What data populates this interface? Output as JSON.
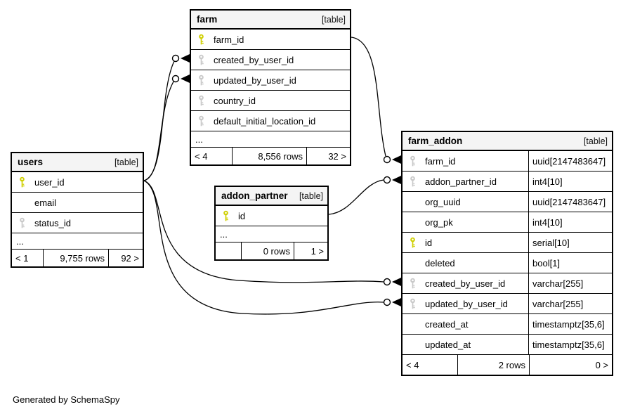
{
  "generated_by": "Generated by SchemaSpy",
  "colors": {
    "primary_key_icon": "#cfcf00",
    "foreign_key_icon": "#c9c9c9",
    "header_background": "#f4f4f4",
    "border": "#000000"
  },
  "tables": {
    "farm": {
      "title": "farm",
      "tag": "[table]",
      "columns": [
        {
          "name": "farm_id",
          "key": "primary"
        },
        {
          "name": "created_by_user_id",
          "key": "foreign"
        },
        {
          "name": "updated_by_user_id",
          "key": "foreign"
        },
        {
          "name": "country_id",
          "key": "foreign"
        },
        {
          "name": "default_initial_location_id",
          "key": "foreign"
        }
      ],
      "ellipsis": "...",
      "footer": {
        "left": "< 4",
        "center": "8,556 rows",
        "right": "32 >"
      }
    },
    "users": {
      "title": "users",
      "tag": "[table]",
      "columns": [
        {
          "name": "user_id",
          "key": "primary"
        },
        {
          "name": "email",
          "key": "none"
        },
        {
          "name": "status_id",
          "key": "foreign"
        }
      ],
      "ellipsis": "...",
      "footer": {
        "left": "< 1",
        "center": "9,755 rows",
        "right": "92 >"
      }
    },
    "addon_partner": {
      "title": "addon_partner",
      "tag": "[table]",
      "columns": [
        {
          "name": "id",
          "key": "primary"
        }
      ],
      "ellipsis": "...",
      "footer": {
        "left": "",
        "center": "0 rows",
        "right": "1 >"
      }
    },
    "farm_addon": {
      "title": "farm_addon",
      "tag": "[table]",
      "columns": [
        {
          "name": "farm_id",
          "type": "uuid[2147483647]",
          "key": "foreign"
        },
        {
          "name": "addon_partner_id",
          "type": "int4[10]",
          "key": "foreign"
        },
        {
          "name": "org_uuid",
          "type": "uuid[2147483647]",
          "key": "none"
        },
        {
          "name": "org_pk",
          "type": "int4[10]",
          "key": "none"
        },
        {
          "name": "id",
          "type": "serial[10]",
          "key": "primary"
        },
        {
          "name": "deleted",
          "type": "bool[1]",
          "key": "none"
        },
        {
          "name": "created_by_user_id",
          "type": "varchar[255]",
          "key": "foreign"
        },
        {
          "name": "updated_by_user_id",
          "type": "varchar[255]",
          "key": "foreign"
        },
        {
          "name": "created_at",
          "type": "timestamptz[35,6]",
          "key": "none"
        },
        {
          "name": "updated_at",
          "type": "timestamptz[35,6]",
          "key": "none"
        }
      ],
      "footer": {
        "left": "< 4",
        "center": "2 rows",
        "right": "0 >"
      }
    }
  },
  "relationships": [
    {
      "from": "farm.farm_id",
      "to": "farm_addon.farm_id"
    },
    {
      "from": "addon_partner.id",
      "to": "farm_addon.addon_partner_id"
    },
    {
      "from": "users.user_id",
      "to": "farm.created_by_user_id"
    },
    {
      "from": "users.user_id",
      "to": "farm.updated_by_user_id"
    },
    {
      "from": "users.user_id",
      "to": "farm_addon.created_by_user_id"
    },
    {
      "from": "users.user_id",
      "to": "farm_addon.updated_by_user_id"
    }
  ]
}
